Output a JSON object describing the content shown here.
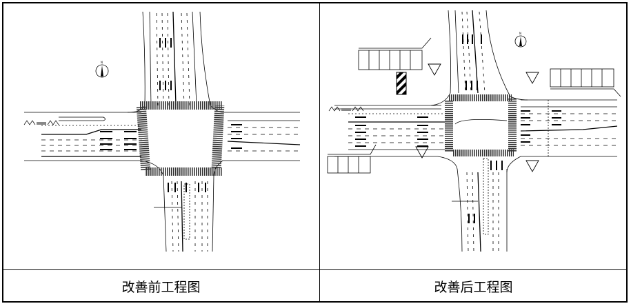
{
  "figure": {
    "columns": [
      {
        "caption": "改善前工程图",
        "drawing": {
          "type": "intersection-plan-before",
          "north_label": "N",
          "icons": [
            "north-arrow-icon",
            "lane-arrow-icon",
            "crosswalk-hatching",
            "guide-sign-icon"
          ]
        }
      },
      {
        "caption": "改善后工程图",
        "drawing": {
          "type": "intersection-plan-after",
          "north_label": "N",
          "icons": [
            "north-arrow-icon",
            "yield-sign-icon",
            "hazard-marker-icon",
            "lane-guide-sign-panel",
            "crosswalk-hatching"
          ]
        }
      }
    ]
  },
  "colors": {
    "line": "#000000",
    "background": "#ffffff",
    "hatch": "#333333"
  }
}
